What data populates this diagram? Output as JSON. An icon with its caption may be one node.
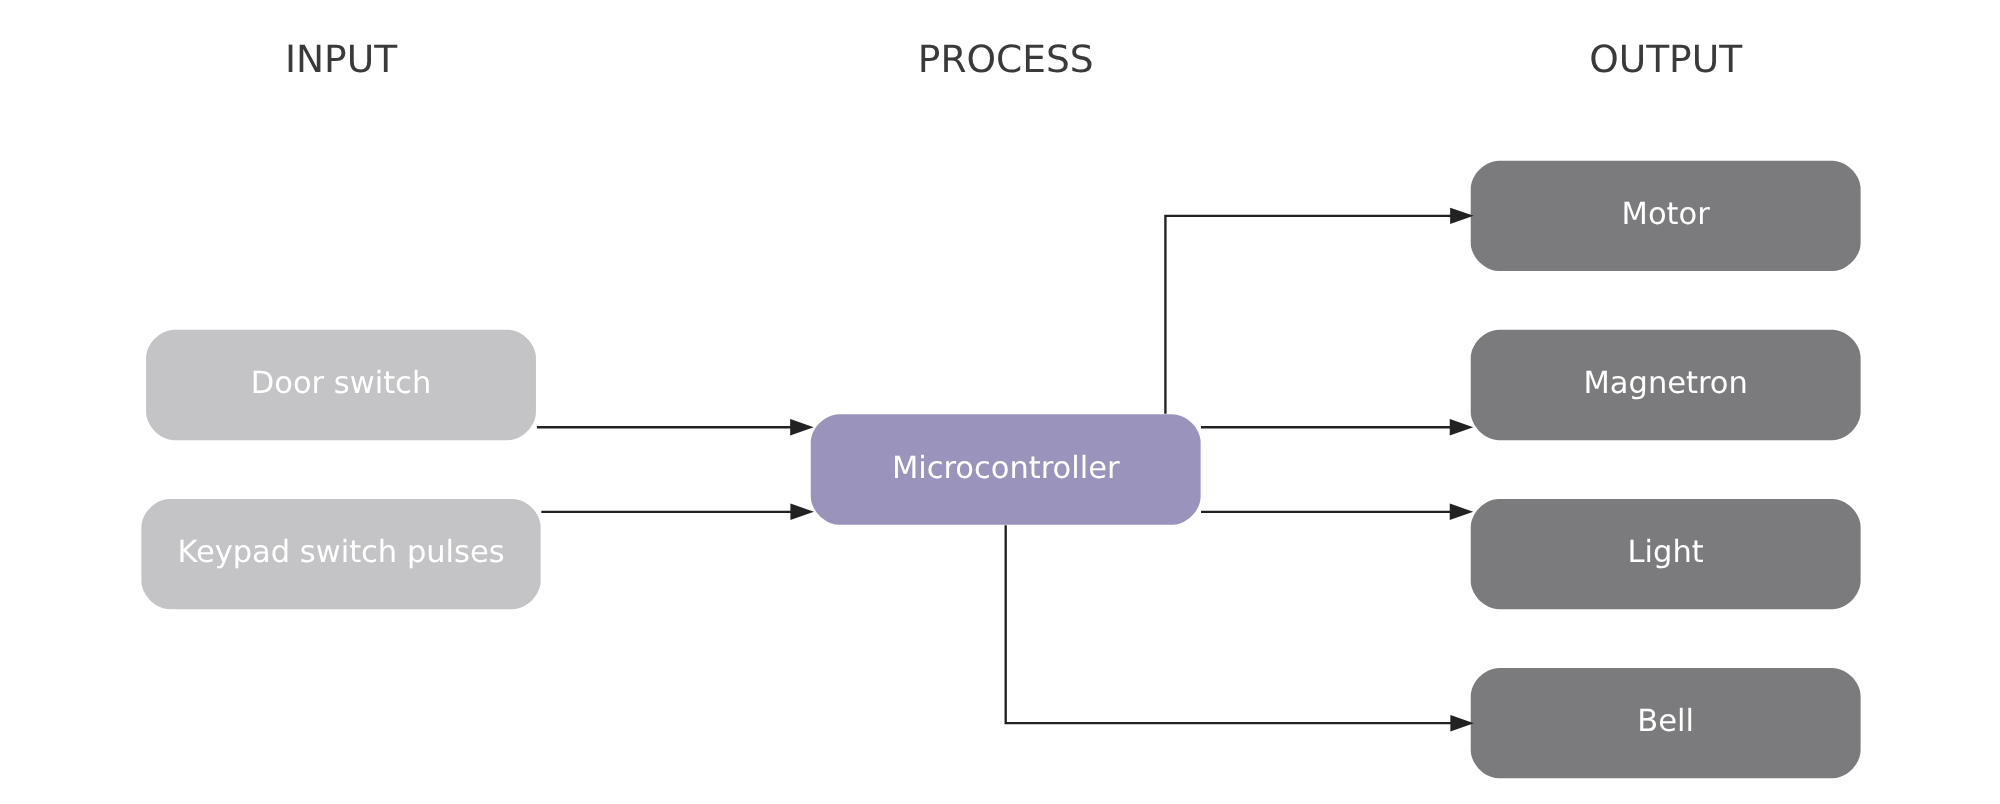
{
  "diagram": {
    "nodes": [
      {
        "text": [
          "Door switch"
        ]
      },
      {
        "text": [
          "Keypad switch pulses"
        ]
      },
      {
        "text": [
          "Microcontroller"
        ]
      },
      {
        "text": [
          "Motor"
        ]
      },
      {
        "text": [
          "Magnetron"
        ]
      },
      {
        "text": [
          "Light"
        ]
      },
      {
        "text": [
          "Bell"
        ]
      }
    ],
    "edges": [
      {
        "from": 0,
        "to": 2,
        "arrow": "to"
      },
      {
        "from": 1,
        "to": 2,
        "arrow": "to"
      },
      {
        "from": 2,
        "to": 3,
        "arrow": "to"
      },
      {
        "from": 2,
        "to": 4,
        "arrow": "to"
      },
      {
        "from": 2,
        "to": 5,
        "arrow": "to"
      },
      {
        "from": 2,
        "to": 6,
        "arrow": "to"
      }
    ],
    "labels": [
      "INPUT",
      "PROCESS",
      "OUTPUT"
    ]
  }
}
